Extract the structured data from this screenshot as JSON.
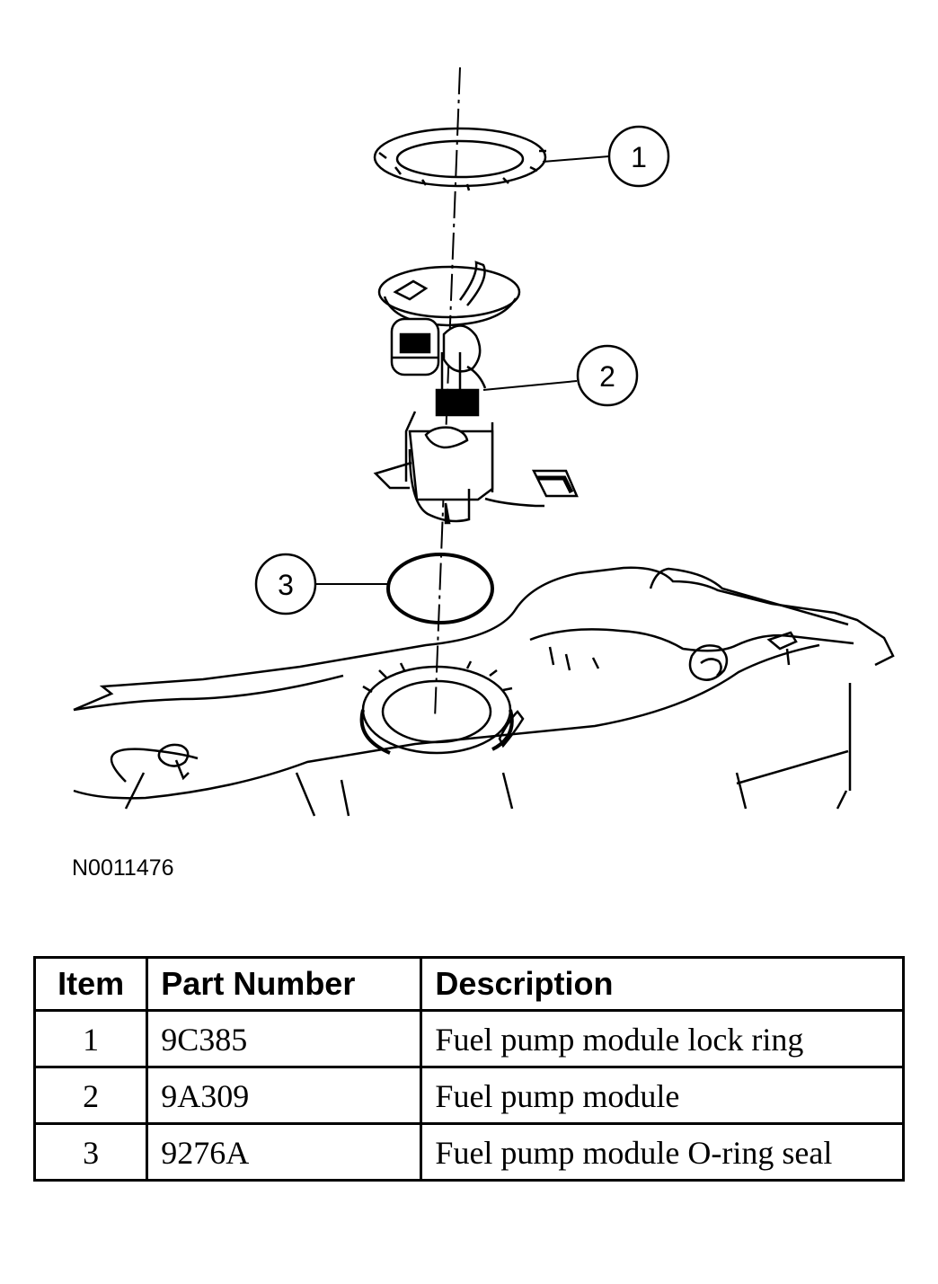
{
  "figure": {
    "id": "N0011476"
  },
  "callouts": [
    "1",
    "2",
    "3"
  ],
  "table": {
    "headers": {
      "item": "Item",
      "part_number": "Part Number",
      "description": "Description"
    },
    "rows": [
      {
        "item": "1",
        "part_number": "9C385",
        "description": "Fuel pump module lock ring"
      },
      {
        "item": "2",
        "part_number": "9A309",
        "description": "Fuel pump module"
      },
      {
        "item": "3",
        "part_number": "9276A",
        "description": "Fuel pump module O-ring seal"
      }
    ]
  }
}
